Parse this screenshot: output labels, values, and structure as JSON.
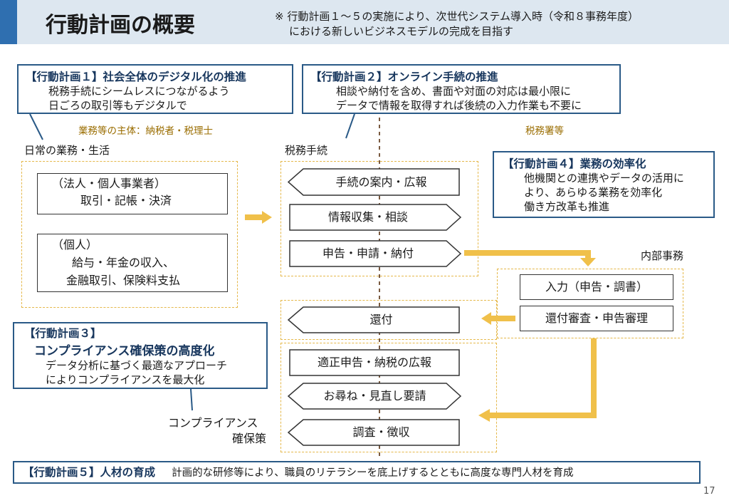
{
  "header": {
    "title": "行動計画の概要",
    "note_line1": "※ 行動計画１～５の実施により、次世代システム導入時（令和８事務年度）",
    "note_line2": "における新しいビジネスモデルの完成を目指す"
  },
  "plan1": {
    "head": "【行動計画１】社会全体のデジタル化の推進",
    "line1": "税務手続にシームレスにつながるよう",
    "line2": "日ごろの取引等もデジタルで"
  },
  "plan2": {
    "head": "【行動計画２】オンライン手続の推進",
    "line1": "相談や納付を含め、書面や対面の対応は最小限に",
    "line2": "データで情報を取得すれば後続の入力作業も不要に"
  },
  "plan3": {
    "head1": "【行動計画３】",
    "head2": "コンプライアンス確保策の高度化",
    "line1": "データ分析に基づく最適なアプローチ",
    "line2": "によりコンプライアンスを最大化"
  },
  "plan4": {
    "head": "【行動計画４】業務の効率化",
    "line1": "他機関との連携やデータの活用に",
    "line2": "より、あらゆる業務を効率化",
    "line3": "働き方改革も推進"
  },
  "plan5": {
    "head": "【行動計画５】人材の育成",
    "text": "計画的な研修等により、職員のリテラシーを底上げするとともに高度な専門人材を育成"
  },
  "labels": {
    "actors_left": "業務等の主体：納税者・税理士",
    "actors_right": "税務署等",
    "daily": "日常の業務・生活",
    "tax_proc": "税務手続",
    "internal": "内部事務",
    "compliance1": "コンプライアンス",
    "compliance2": "確保策"
  },
  "daily_boxes": {
    "corp_head": "（法人・個人事業者）",
    "corp_body": "取引・記帳・決済",
    "ind_head": "（個人）",
    "ind_body1": "給与・年金の収入、",
    "ind_body2": "金融取引、保険料支払"
  },
  "procedures": {
    "guide": "手続の案内・広報",
    "info": "情報収集・相談",
    "filing": "申告・申請・納付",
    "refund": "還付",
    "pr": "適正申告・納税の広報",
    "inquiry": "お尋ね・見直し要請",
    "audit": "調査・徴収"
  },
  "internal_boxes": {
    "input": "入力（申告・調書）",
    "review": "還付審査・申告審理"
  },
  "page_number": "17",
  "colors": {
    "accent": "#2f6fb0",
    "navy": "#2a5a87",
    "arrow": "#f0c04a",
    "dashed": "#e5b84a"
  }
}
